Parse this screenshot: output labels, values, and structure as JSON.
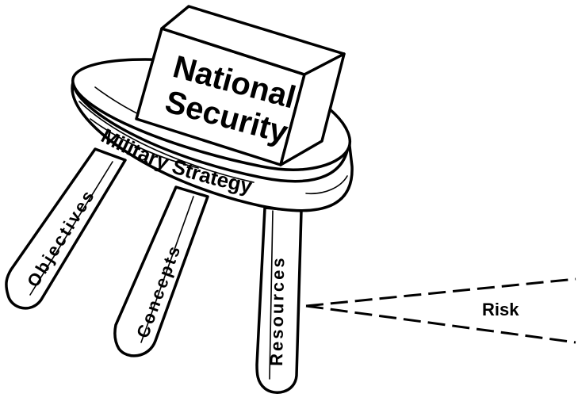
{
  "box": {
    "line1": "National",
    "line2": "Security"
  },
  "seat": {
    "label": "Military Strategy"
  },
  "legs": {
    "left": "Objectives",
    "middle": "Concepts",
    "right": "Resources"
  },
  "risk": {
    "label": "Risk"
  }
}
